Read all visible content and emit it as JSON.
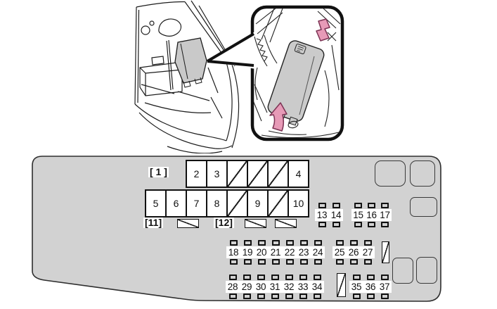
{
  "figure": {
    "colors": {
      "panel_gray": "#d2d2d2",
      "cover_gray": "#cbcbcb",
      "clip_pink": "#e79ab7",
      "line": "#1c1c1c"
    }
  },
  "panel": {
    "bracket1": "[ 1 ]",
    "bracket11": "[11]",
    "bracket12": "[12]",
    "row1": [
      "2",
      "3",
      "",
      "",
      "",
      "4"
    ],
    "row2": [
      "5",
      "6",
      "7",
      "8",
      "",
      "9",
      "",
      "10"
    ],
    "group_13_14": [
      "13",
      "14"
    ],
    "group_15_17": [
      "15",
      "16",
      "17"
    ],
    "group_18_24": [
      "18",
      "19",
      "20",
      "21",
      "22",
      "23",
      "24"
    ],
    "group_25_27": [
      "25",
      "26",
      "27"
    ],
    "group_28_34": [
      "28",
      "29",
      "30",
      "31",
      "32",
      "33",
      "34"
    ],
    "group_35_37": [
      "35",
      "36",
      "37"
    ]
  }
}
